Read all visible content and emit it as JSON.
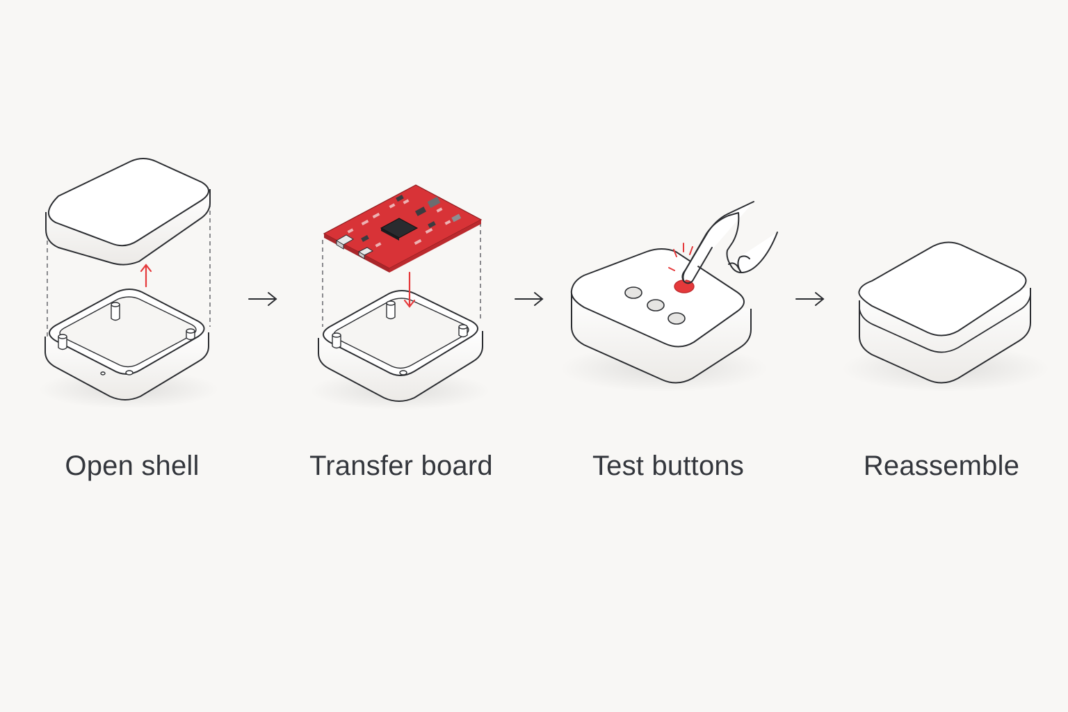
{
  "steps": [
    {
      "label": "Open shell",
      "illustration": "open-shell-illustration"
    },
    {
      "label": "Transfer board",
      "illustration": "transfer-board-illustration"
    },
    {
      "label": "Test buttons",
      "illustration": "test-buttons-illustration"
    },
    {
      "label": "Reassemble",
      "illustration": "reassemble-illustration"
    }
  ],
  "connectors": [
    "arrow-right-icon",
    "arrow-right-icon",
    "arrow-right-icon"
  ],
  "colors": {
    "background": "#f8f7f5",
    "outline": "#2b2d31",
    "device_fill": "#ffffff",
    "accent_red": "#e5393b",
    "label_text": "#33363c"
  }
}
